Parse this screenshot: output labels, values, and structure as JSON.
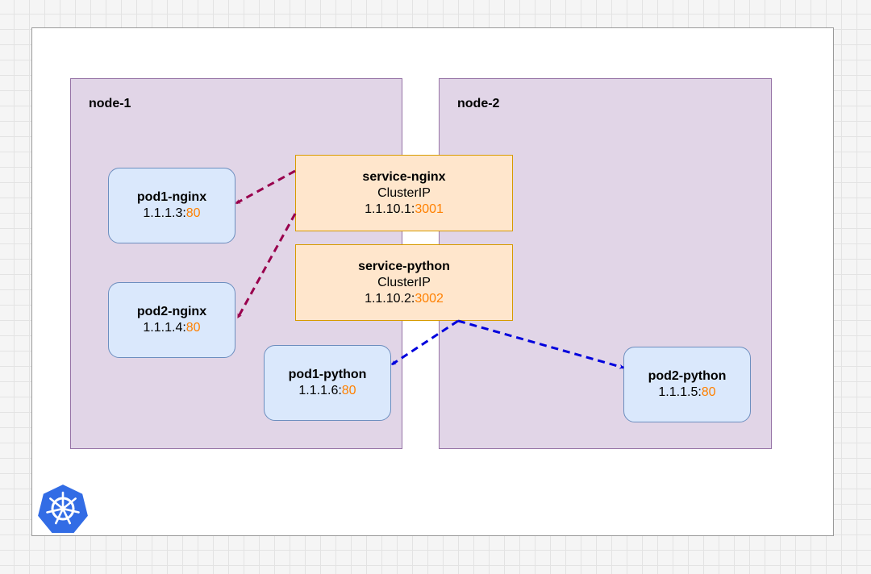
{
  "nodes": [
    {
      "label": "node-1"
    },
    {
      "label": "node-2"
    }
  ],
  "pods": {
    "pod1_nginx": {
      "name": "pod1-nginx",
      "ip": "1.1.1.3:",
      "port": "80"
    },
    "pod2_nginx": {
      "name": "pod2-nginx",
      "ip": "1.1.1.4:",
      "port": "80"
    },
    "pod1_python": {
      "name": "pod1-python",
      "ip": "1.1.1.6:",
      "port": "80"
    },
    "pod2_python": {
      "name": "pod2-python",
      "ip": "1.1.1.5:",
      "port": "80"
    }
  },
  "services": {
    "nginx": {
      "name": "service-nginx",
      "type": "ClusterIP",
      "ip": "1.1.10.1:",
      "port": "3001"
    },
    "python": {
      "name": "service-python",
      "type": "ClusterIP",
      "ip": "1.1.10.2:",
      "port": "3002"
    }
  },
  "edges": [
    {
      "from": "service-nginx",
      "to": "pod1-nginx",
      "style": "dashed",
      "color": "#99004d"
    },
    {
      "from": "service-nginx",
      "to": "pod2-nginx",
      "style": "dashed",
      "color": "#99004d"
    },
    {
      "from": "service-python",
      "to": "pod1-python",
      "style": "dashed",
      "color": "#0000dd"
    },
    {
      "from": "service-python",
      "to": "pod2-python",
      "style": "dashed",
      "color": "#0000dd"
    }
  ],
  "colors": {
    "node_fill": "#e1d5e7",
    "node_stroke": "#9673a6",
    "pod_fill": "#dae8fc",
    "pod_stroke": "#6c8ebf",
    "service_fill": "#ffe6cc",
    "service_stroke": "#d79b00",
    "port_text": "#ff8000",
    "logo_blue": "#326ce5"
  },
  "logo": {
    "icon": "kubernetes-icon"
  }
}
